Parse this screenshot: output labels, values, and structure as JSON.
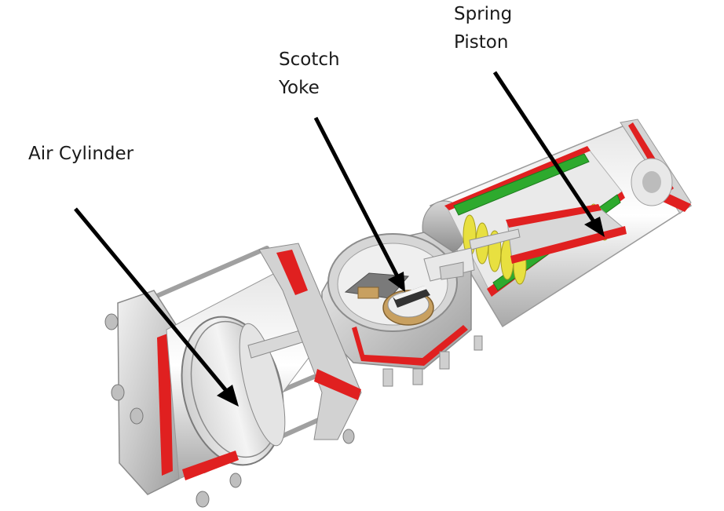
{
  "labels": {
    "air_cylinder": "Air Cylinder",
    "scotch_yoke_line1": "Scotch",
    "scotch_yoke_line2": "Yoke",
    "spring_piston_line1": "Spring",
    "spring_piston_line2": "Piston"
  },
  "colors": {
    "metal": "#c8c8c8",
    "cut_section": "#e02020",
    "spring_green": "#2eaa2e",
    "spring_yellow": "#e8e040",
    "bronze": "#c8a060",
    "arrow": "#000000"
  }
}
